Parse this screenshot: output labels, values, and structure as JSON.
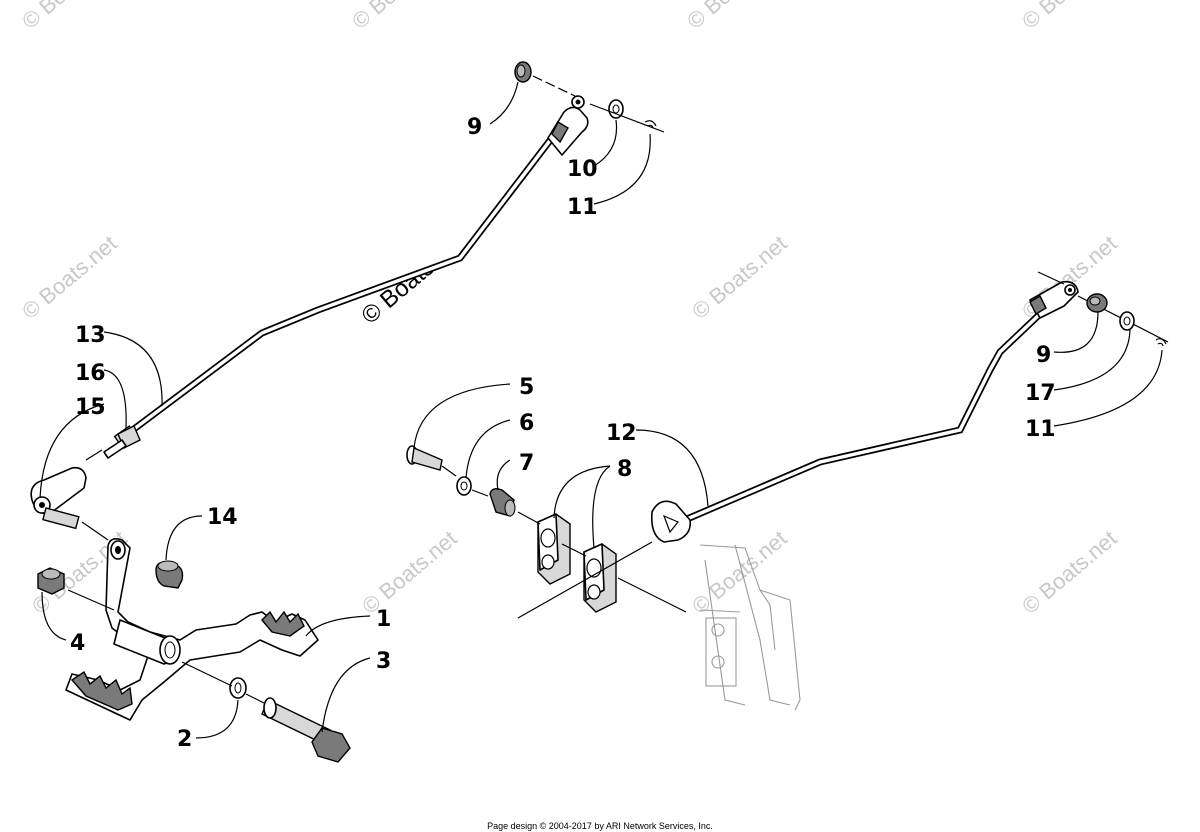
{
  "callouts": {
    "c1": "1",
    "c2": "2",
    "c3": "3",
    "c4": "4",
    "c5": "5",
    "c6": "6",
    "c7": "7",
    "c8": "8",
    "c9a": "9",
    "c9b": "9",
    "c10": "10",
    "c11a": "11",
    "c11b": "11",
    "c12": "12",
    "c13": "13",
    "c14": "14",
    "c15": "15",
    "c16": "16",
    "c17": "17"
  },
  "watermark": {
    "text": "© Boats.net",
    "center_text": "© Boats.net"
  },
  "footer": {
    "text": "Page design © 2004-2017 by ARI Network Services, Inc."
  }
}
